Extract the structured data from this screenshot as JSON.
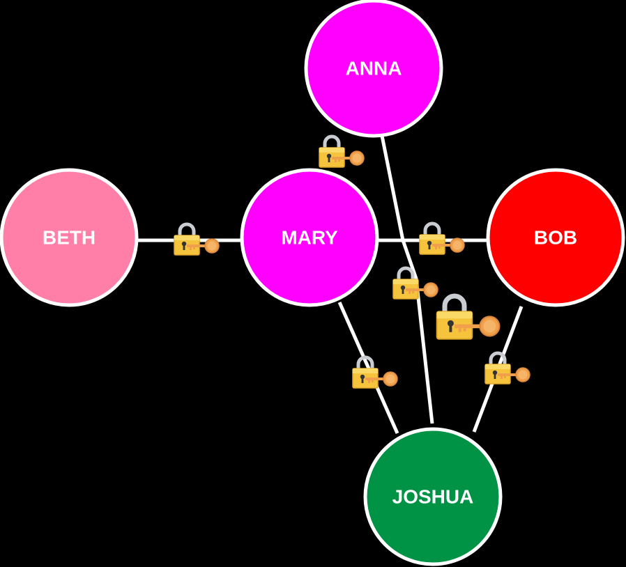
{
  "colors": {
    "background": "#000000",
    "edge": "#ffffff",
    "node_border": "#ffffff",
    "label": "#ffffff",
    "lock_body": "#f6c33c",
    "lock_shackle": "#c9ccd1",
    "key": "#f0a04b"
  },
  "nodes": [
    {
      "id": "anna",
      "label": "ANNA",
      "color": "#ff00ff"
    },
    {
      "id": "beth",
      "label": "BETH",
      "color": "#ff7fa8"
    },
    {
      "id": "mary",
      "label": "MARY",
      "color": "#ff00ff"
    },
    {
      "id": "bob",
      "label": "BOB",
      "color": "#ff0000"
    },
    {
      "id": "joshua",
      "label": "JOSHUA",
      "color": "#009245"
    }
  ],
  "edges": [
    {
      "from": "beth",
      "to": "mary",
      "icon": "lock-key-icon"
    },
    {
      "from": "mary",
      "to": "anna",
      "icon": "lock-key-icon"
    },
    {
      "from": "mary",
      "to": "bob",
      "icon": "lock-key-icon"
    },
    {
      "from": "mary",
      "to": "joshua",
      "icon": "lock-key-icon"
    },
    {
      "from": "anna",
      "to": "joshua",
      "icon": "lock-key-icon"
    },
    {
      "from": "bob",
      "to": "joshua",
      "icon": "lock-key-icon"
    },
    {
      "from": "anna",
      "to": "bob",
      "icon": "lock-key-icon"
    }
  ]
}
